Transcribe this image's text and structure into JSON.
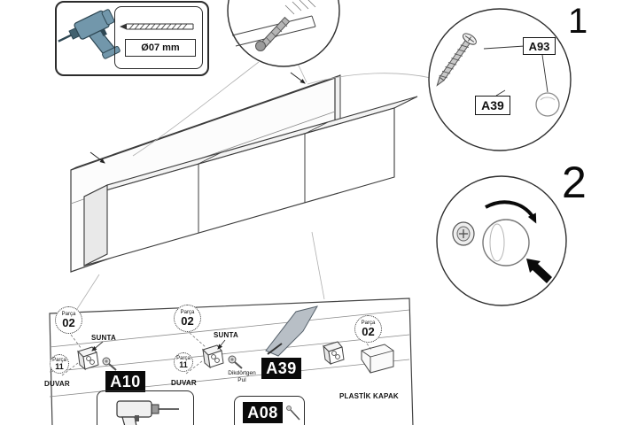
{
  "drill_box": {
    "bit_diameter_label": "Ø07 mm"
  },
  "callout1": {
    "step_number": "1",
    "cap_part_label": "A93",
    "screw_part_label": "A39"
  },
  "callout2": {
    "step_number": "2"
  },
  "bottom_panel": {
    "part_word": "Parça",
    "panel_part_number": "02",
    "wall_part_number": "11",
    "chipboard_label": "SUNTA",
    "wall_label": "DUVAR",
    "bracket_pack_label": "A10",
    "washer_pack_label": "A39",
    "washer_name_line1": "Dikdörtgen",
    "washer_name_line2": "Pul",
    "screw_pack_label": "A08",
    "plastic_cap_label": "PLASTİK KAPAK"
  }
}
